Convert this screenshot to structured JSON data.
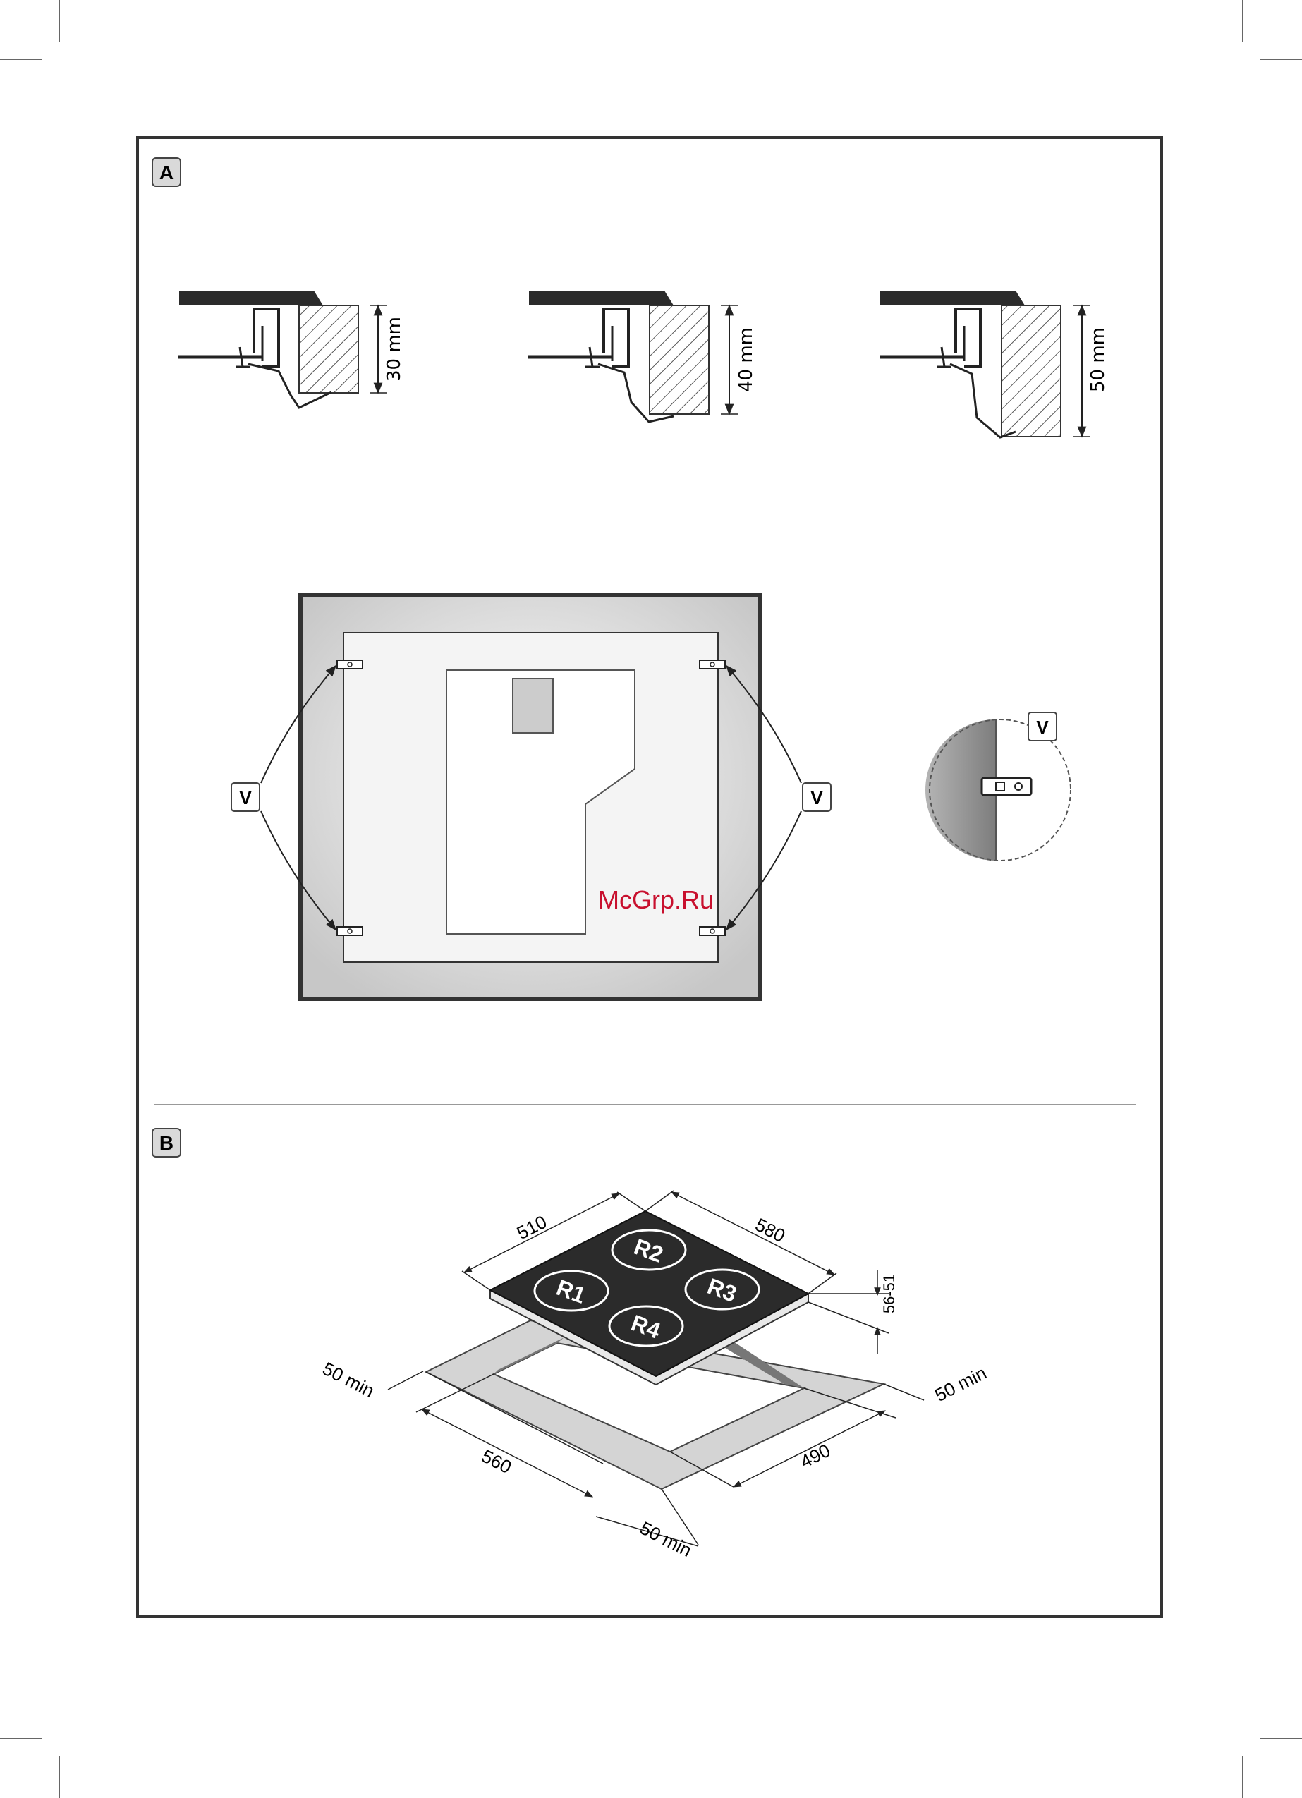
{
  "section_a": {
    "label": "A",
    "profiles": [
      {
        "thickness_label": "30 mm"
      },
      {
        "thickness_label": "40 mm"
      },
      {
        "thickness_label": "50 mm"
      }
    ],
    "plan": {
      "callout_left": "V",
      "callout_right": "V"
    },
    "detail": {
      "callout": "V"
    },
    "watermark": "McGrp.Ru"
  },
  "section_b": {
    "label": "B",
    "hob": {
      "zones": [
        "R1",
        "R2",
        "R3",
        "R4"
      ],
      "width": "580",
      "depth": "510",
      "height": "56-51"
    },
    "cutout": {
      "length": "560",
      "depth": "490",
      "clearance_left": "50 min",
      "clearance_right": "50 min",
      "clearance_front": "50 min"
    }
  },
  "colors": {
    "frame": "#333333",
    "hob_top": "#2b2b2b",
    "plan_border": "#bdbdbd",
    "detail_dark": "#8c8c8c",
    "cutout_band": "#d4d4d4",
    "watermark": "#c8102e"
  }
}
